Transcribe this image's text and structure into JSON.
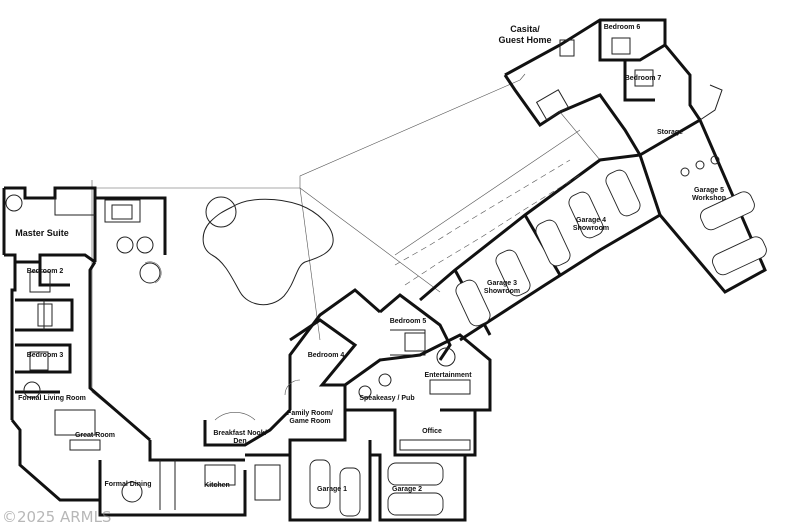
{
  "rooms": {
    "casita": "Casita/",
    "casita_line2": "Guest Home",
    "bedroom6": "Bedroom 6",
    "bedroom7": "Bedroom 7",
    "storage": "Storage",
    "garage5": "Garage 5",
    "garage5_line2": "Workshop",
    "garage4": "Garage 4",
    "garage4_line2": "Showroom",
    "garage3": "Garage 3",
    "garage3_line2": "Showroom",
    "master_suite": "Master Suite",
    "bedroom2": "Bedroom 2",
    "bedroom3": "Bedroom 3",
    "bedroom4": "Bedroom 4",
    "bedroom5": "Bedroom 5",
    "entertainment": "Entertainment",
    "speakeasy": "Speakeasy / Pub",
    "family_room": "Family Room/",
    "family_room_line2": "Game Room",
    "breakfast_nook": "Breakfast Nook/",
    "breakfast_nook_line2": "Den",
    "office": "Office",
    "formal_living": "Formal Living Room",
    "great_room": "Great Room",
    "formal_dining": "Formal Dining",
    "kitchen": "Kitchen",
    "garage1": "Garage 1",
    "garage2": "Garage 2"
  },
  "watermark": "©2025 ARMLS"
}
